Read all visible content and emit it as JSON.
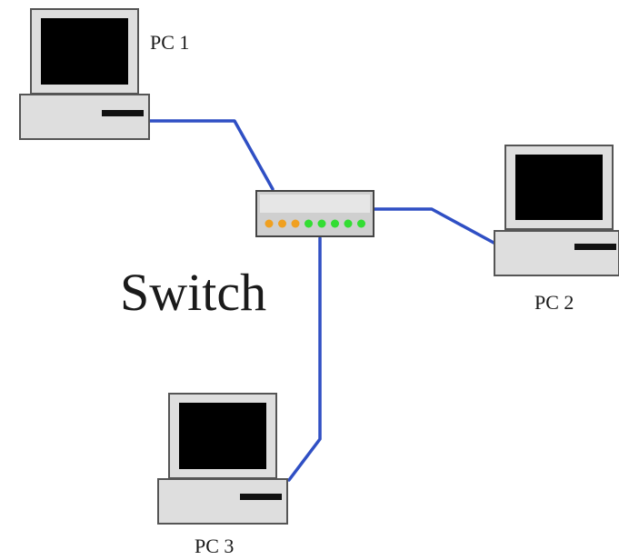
{
  "diagram": {
    "nodes": [
      {
        "id": "pc1",
        "label": "PC 1",
        "type": "computer"
      },
      {
        "id": "pc2",
        "label": "PC 2",
        "type": "computer"
      },
      {
        "id": "pc3",
        "label": "PC 3",
        "type": "computer"
      },
      {
        "id": "switch",
        "label": "Switch",
        "type": "network-switch"
      }
    ],
    "links": [
      {
        "from": "pc1",
        "to": "switch"
      },
      {
        "from": "switch",
        "to": "pc2"
      },
      {
        "from": "switch",
        "to": "pc3"
      }
    ],
    "switch_leds": [
      "orange",
      "orange",
      "orange",
      "green",
      "green",
      "green",
      "green",
      "green"
    ],
    "colors": {
      "link": "#2f4fc4",
      "led_orange": "#f0a020",
      "led_green": "#33dd33",
      "screen": "#000000",
      "case": "#dedede"
    }
  }
}
